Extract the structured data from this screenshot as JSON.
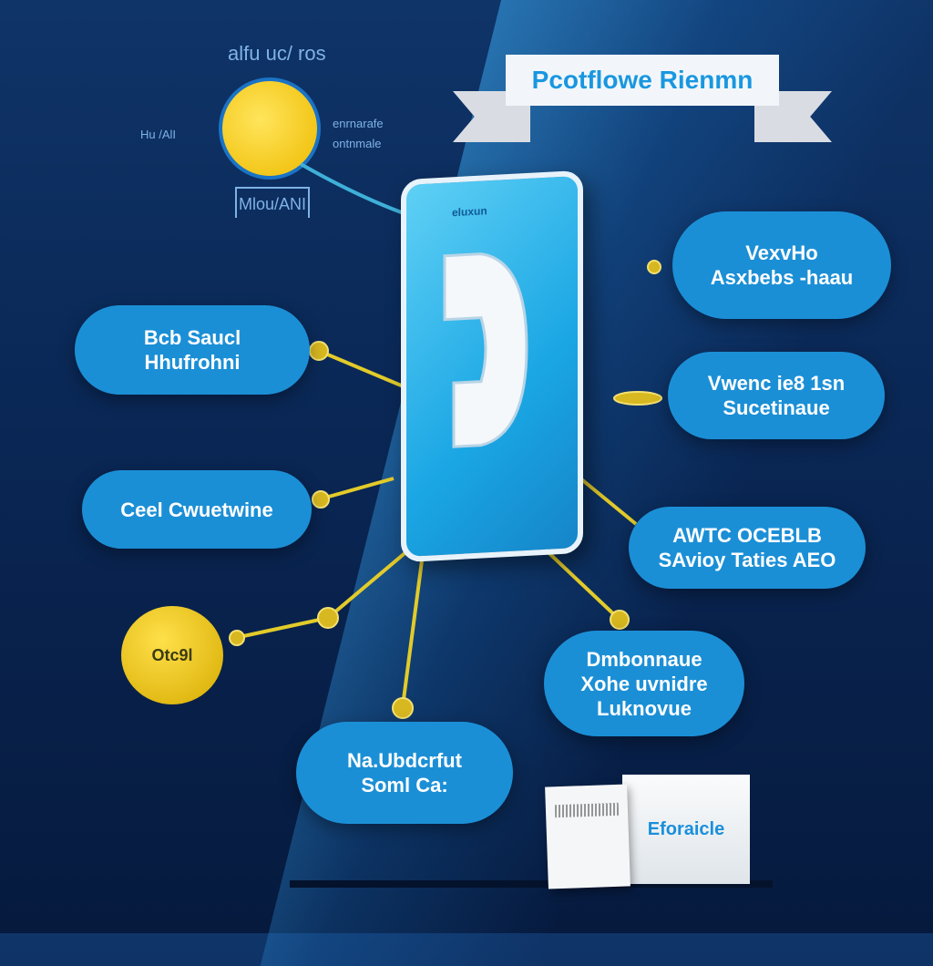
{
  "banner": {
    "title": "Pcotflowe Rienmn"
  },
  "phone": {
    "label": "eluxun"
  },
  "sketch": {
    "top": "alfu uc/ ros",
    "side_left": "Hu /AlI",
    "right_1": "enrnarafe",
    "right_2": "ontnmale",
    "bottom": "Mlou/ANI"
  },
  "bubbles": {
    "left_1": [
      "Bcb Saucl",
      "Hhufrohni"
    ],
    "left_2": [
      "Ceel Cwuetwine"
    ],
    "right_1": [
      "VexvHo",
      "Asxbebs -haau"
    ],
    "right_2": [
      "Vwenc ie8 1sn",
      "Sucetinaue"
    ],
    "right_3": [
      "AWTC OCEBLB",
      "SAvioy Taties AEO"
    ],
    "bottom_right": [
      "Dmbonnaue",
      "Xohe uvnidre",
      "Luknovue"
    ],
    "bottom_center": [
      "Na.Ubdcrfut",
      "Soml Ca:"
    ]
  },
  "coin": {
    "label": "Otc9l"
  },
  "box": {
    "label": "Eforaicle"
  },
  "colors": {
    "bubble": "#1b8fd6",
    "link": "#e2cb2a",
    "background": "#0a2755"
  }
}
